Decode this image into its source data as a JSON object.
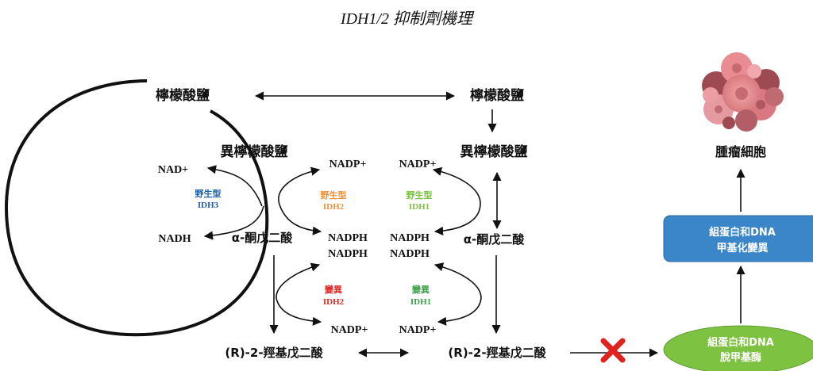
{
  "title": "IDH1/2 抑制劑機理",
  "labels": {
    "citrate_left": "檸檬酸鹽",
    "citrate_right": "檸檬酸鹽",
    "isocitrate_left": "異檸檬酸鹽",
    "isocitrate_right": "異檸檬酸鹽",
    "akg_left": "α-酮戊二酸",
    "akg_right": "α-酮戊二酸",
    "r2hg_left": "(R)-2-羥基戊二酸",
    "r2hg_right": "(R)-2-羥基戊二酸",
    "nad_plus": "NAD+",
    "nadh": "NADH",
    "nadp_plus_1": "NADP+",
    "nadp_plus_2": "NADP+",
    "nadp_plus_3": "NADP+",
    "nadp_plus_4": "NADP+",
    "nadph_1": "NADPH",
    "nadph_2": "NADPH",
    "nadph_3": "NADPH",
    "nadph_4": "NADPH",
    "tumor_cell": "腫瘤細胞"
  },
  "enzymes": {
    "wt_idh3_type": "野生型",
    "wt_idh3_name": "IDH3",
    "wt_idh2_type": "野生型",
    "wt_idh2_name": "IDH2",
    "wt_idh1_type": "野生型",
    "wt_idh1_name": "IDH1",
    "mut_idh2_type": "變異",
    "mut_idh2_name": "IDH2",
    "mut_idh1_type": "變異",
    "mut_idh1_name": "IDH1"
  },
  "boxes": {
    "methylation_line1": "組蛋白和DNA",
    "methylation_line2": "甲基化變異",
    "demethylase_line1": "組蛋白和DNA",
    "demethylase_line2": "脫甲基酶"
  },
  "colors": {
    "idh3": "#1f5fa8",
    "idh2_wt": "#f0913a",
    "idh1_wt": "#7cc242",
    "mutant": "#e0231f",
    "idh1_mut": "#3aa04a",
    "blue_box": "#3a86c8",
    "green_ellipse": "#7ec242",
    "red_x": "#e0231f"
  }
}
